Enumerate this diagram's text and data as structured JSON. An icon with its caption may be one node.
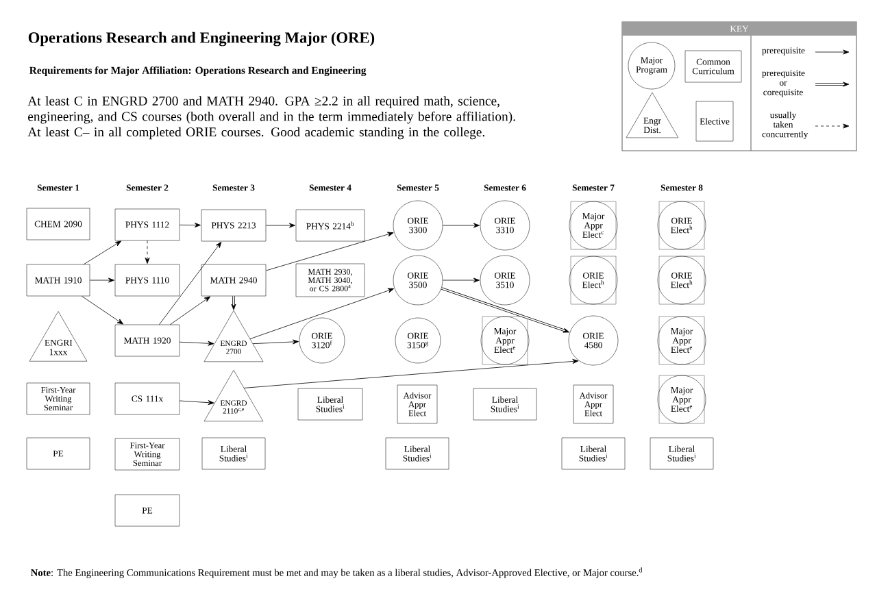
{
  "diagram": {
    "title": "Operations Research and Engineering Major (ORE)",
    "nodes": [
      {
        "text": [
          "KEY"
        ]
      },
      {
        "text": [
          "Major Program"
        ],
        "in": 0
      },
      {
        "text": [
          "Common Curriculum"
        ],
        "in": 0
      },
      {
        "text": [
          "Engr Dist."
        ],
        "in": 0
      },
      {
        "text": [
          "Elective"
        ],
        "in": 0
      },
      {
        "text": [
          "CHEM 2090"
        ]
      },
      {
        "text": [
          "MATH 1910"
        ]
      },
      {
        "text": [
          "ENGRI 1xxx"
        ]
      },
      {
        "text": [
          "First-Year Writing Seminar"
        ]
      },
      {
        "text": [
          "PE"
        ]
      },
      {
        "text": [
          "PHYS 1112"
        ]
      },
      {
        "text": [
          "PHYS 1110"
        ]
      },
      {
        "text": [
          "MATH 1920"
        ]
      },
      {
        "text": [
          "CS 111x"
        ]
      },
      {
        "text": [
          "First-Year Writing Seminar"
        ]
      },
      {
        "text": [
          "PE"
        ]
      },
      {
        "text": [
          "PHYS 2213"
        ]
      },
      {
        "text": [
          "MATH 2940"
        ]
      },
      {
        "text": [
          "ENGRD 2700"
        ]
      },
      {
        "text": [
          "ENGRD 2110$^{c,e}$"
        ]
      },
      {
        "text": [
          "Liberal Studies$^{i}$"
        ]
      },
      {
        "text": [
          "PHYS 2214$^{b}$"
        ]
      },
      {
        "text": [
          "MATH 2930, MATH 3040, or CS 2800$^{a}$"
        ]
      },
      {
        "text": [
          "ORIE 3120$^{f}$"
        ]
      },
      {
        "text": [
          "Liberal Studies$^{i}$"
        ]
      },
      {
        "text": [
          "ORIE 3300"
        ]
      },
      {
        "text": [
          "ORIE 3500"
        ]
      },
      {
        "text": [
          "ORIE 3150$^{g}$"
        ]
      },
      {
        "text": [
          "Advisor Appr Elect"
        ]
      },
      {
        "text": [
          "Liberal Studies$^{i}$"
        ]
      },
      {
        "text": [
          "ORIE 3310"
        ]
      },
      {
        "text": [
          "ORIE 3510"
        ]
      },
      {
        "text": [
          "Major Appr Elect$^{e}$"
        ]
      },
      {
        "text": [
          "Liberal Studies$^{i}$"
        ]
      },
      {
        "text": [
          "Major Appr Elect$^{c}$"
        ]
      },
      {
        "text": [
          "ORIE Elect$^{h}$"
        ]
      },
      {
        "text": [
          "ORIE 4580"
        ]
      },
      {
        "text": [
          "Advisor Appr Elect"
        ]
      },
      {
        "text": [
          "Liberal Studies$^{i}$"
        ]
      },
      {
        "text": [
          "ORIE Elect$^{h}$"
        ]
      },
      {
        "text": [
          "ORIE Elect$^{h}$"
        ]
      },
      {
        "text": [
          "Major Appr Elect$^{e}$"
        ]
      },
      {
        "text": [
          "Major Appr Elect$^{e}$"
        ]
      },
      {
        "text": [
          "Liberal Studies$^{i}$"
        ]
      }
    ],
    "edges": [
      {
        "from": 6,
        "to": 10,
        "arrow": "to"
      },
      {
        "from": 6,
        "to": 11,
        "arrow": "to"
      },
      {
        "from": 6,
        "to": 12,
        "arrow": "to"
      },
      {
        "from": 10,
        "to": 11,
        "arrow": "to",
        "style": "dashed"
      },
      {
        "from": 10,
        "to": 16,
        "arrow": "to"
      },
      {
        "from": 12,
        "to": 16,
        "arrow": "to"
      },
      {
        "from": 12,
        "to": 17,
        "arrow": "to"
      },
      {
        "from": 12,
        "to": 18,
        "arrow": "to"
      },
      {
        "from": 16,
        "to": 21,
        "arrow": "to"
      },
      {
        "from": 17,
        "to": 25,
        "arrow": "to"
      },
      {
        "from": 17,
        "to": 18,
        "arrow": "to",
        "style": "thick"
      },
      {
        "from": 18,
        "to": 26,
        "arrow": "to"
      },
      {
        "from": 18,
        "to": 23,
        "arrow": "to"
      },
      {
        "from": 13,
        "to": 19,
        "arrow": "to"
      },
      {
        "from": 19,
        "to": 36,
        "arrow": "to"
      },
      {
        "from": 25,
        "to": 30,
        "arrow": "to"
      },
      {
        "from": 26,
        "to": 31,
        "arrow": "to"
      },
      {
        "from": 26,
        "to": 36,
        "arrow": "to",
        "style": "thick"
      }
    ],
    "labels": [
      "Requirements for Major Affiliation:  Operations Research and Engineering",
      "At least C in ENGRD 2700 and MATH 2940. GPA ≥2.2 in all required math, science, engineering, and CS courses (both overall and in the term immediately before affiliation). At least C– in all completed ORIE courses. Good academic standing in the college.",
      "Semester 1",
      "Semester 2",
      "Semester 3",
      "Semester 4",
      "Semester 5",
      "Semester 6",
      "Semester 7",
      "Semester 8",
      "**Note**: The Engineering Communications Requirement must be met and may be taken as a liberal studies, Advisor-Approved Elective, or Major course.$^{d}$"
    ],
    "legend": [
      {
        "text": "prerequisite"
      },
      {
        "text": "prerequisite or corequisite"
      },
      {
        "text": "usually taken concurrently"
      }
    ]
  }
}
